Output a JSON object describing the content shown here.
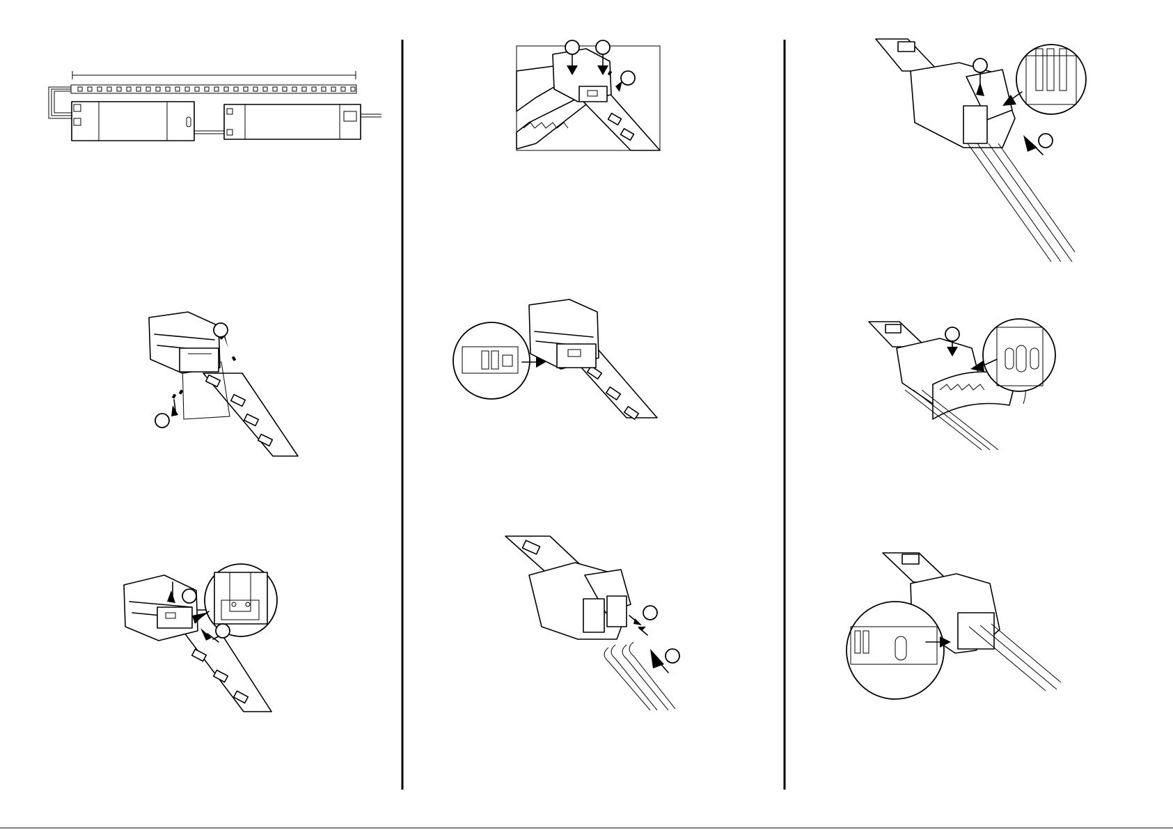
{
  "page": {
    "columns": 3,
    "panels": [
      {
        "id": "1",
        "icon": "led-strip-driver-wiring-diagram-icon"
      },
      {
        "id": "2",
        "icon": "connector-open-clips-icon",
        "markers": 2
      },
      {
        "id": "3",
        "icon": "connector-insert-strip-icon",
        "markers": 2
      },
      {
        "id": "4",
        "icon": "pliers-press-connector-icon",
        "markers": 3
      },
      {
        "id": "5",
        "icon": "connector-closed-check-icon"
      },
      {
        "id": "6",
        "icon": "connector-insert-wire-icon",
        "markers": 2
      },
      {
        "id": "7",
        "icon": "connector-wire-clamp-icon",
        "markers": 2
      },
      {
        "id": "8",
        "icon": "pliers-press-wire-connector-icon",
        "markers": 1
      },
      {
        "id": "9",
        "icon": "connector-wire-finished-check-icon"
      }
    ]
  },
  "colors": {
    "ink": "#000000",
    "paper": "#ffffff"
  }
}
